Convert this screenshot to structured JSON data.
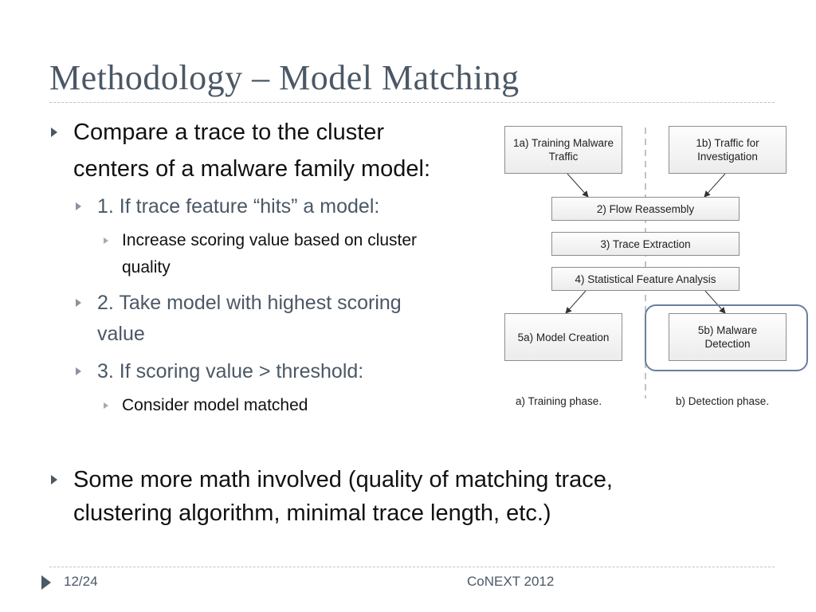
{
  "slide": {
    "title": "Methodology – Model Matching",
    "bullets": {
      "b1_line1": "Compare a trace to the cluster",
      "b1_line2": "centers of a malware family model:",
      "b1_1": "1. If trace feature “hits” a model:",
      "b1_1_1_line1": "Increase scoring value based on cluster",
      "b1_1_1_line2": "quality",
      "b1_2_line1": "2.  Take model with highest scoring",
      "b1_2_line2": "value",
      "b1_3": "3. If scoring value > threshold:",
      "b1_3_1": "Consider model matched",
      "b2_line1": "Some more math involved (quality of matching trace,",
      "b2_line2": "clustering algorithm, minimal trace length, etc.)"
    },
    "footer": {
      "page": "12/24",
      "conference": "CoNEXT 2012"
    }
  },
  "diagram": {
    "box_1a_line1": "1a) Training Malware",
    "box_1a_line2": "Traffic",
    "box_1b_line1": "1b) Traffic for",
    "box_1b_line2": "Investigation",
    "box_2": "2) Flow Reassembly",
    "box_3": "3) Trace Extraction",
    "box_4": "4) Statistical Feature Analysis",
    "box_5a": "5a) Model Creation",
    "box_5b_line1": "5b) Malware",
    "box_5b_line2": "Detection",
    "caption_a": "a) Training phase.",
    "caption_b": "b) Detection phase."
  },
  "colors": {
    "title": "#4b5866",
    "highlight": "#6a7f9e"
  }
}
